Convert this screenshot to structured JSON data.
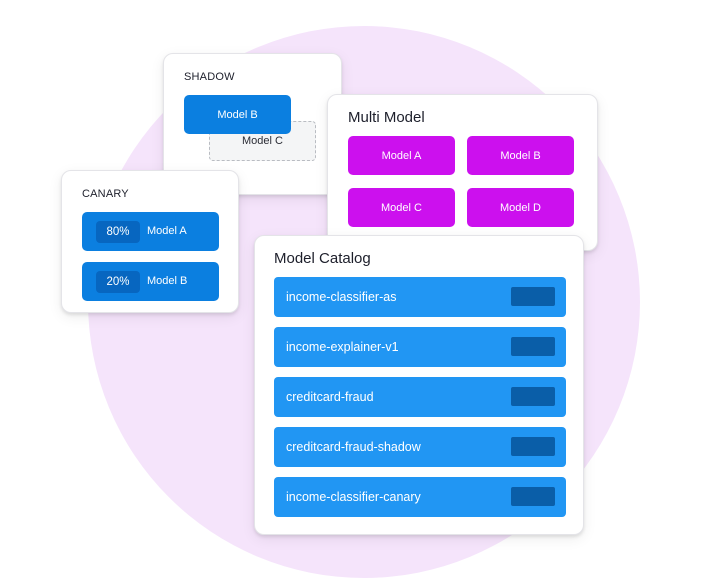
{
  "shadow": {
    "title": "SHADOW",
    "primary": "Model B",
    "shadow_model": "Model C"
  },
  "multi_model": {
    "title": "Multi Model",
    "models": [
      "Model A",
      "Model B",
      "Model C",
      "Model D"
    ]
  },
  "canary": {
    "title": "CANARY",
    "rows": [
      {
        "percent": "80%",
        "model": "Model A"
      },
      {
        "percent": "20%",
        "model": "Model B"
      }
    ]
  },
  "catalog": {
    "title": "Model Catalog",
    "items": [
      "income-classifier-as",
      "income-explainer-v1",
      "creditcard-fraud",
      "creditcard-fraud-shadow",
      "income-classifier-canary"
    ]
  },
  "colors": {
    "blue": "#0b7fe0",
    "catalog_blue": "#2196f3",
    "purple": "#cc10ee",
    "background_circle": "#f5e4fb"
  }
}
